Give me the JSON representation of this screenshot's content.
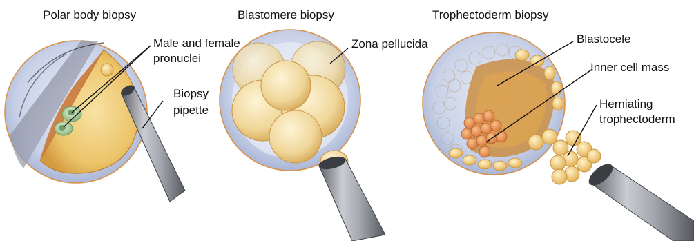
{
  "panels": [
    {
      "title": "Polar body biopsy",
      "callouts": [
        {
          "lines": [
            "Male and female",
            "pronuclei"
          ]
        },
        {
          "lines": [
            "Biopsy",
            "pipette"
          ]
        }
      ]
    },
    {
      "title": "Blastomere biopsy",
      "callouts": [
        {
          "lines": [
            "Zona pellucida"
          ]
        }
      ]
    },
    {
      "title": "Trophectoderm biopsy",
      "callouts": [
        {
          "lines": [
            "Blastocele"
          ]
        },
        {
          "lines": [
            "Inner cell mass"
          ]
        },
        {
          "lines": [
            "Herniating",
            "trophectoderm"
          ]
        }
      ]
    }
  ],
  "colors": {
    "zona": "#c3cde4",
    "zona_rim": "#d8934c",
    "ooplasm": "#f1d07c",
    "ooplasm_dark": "#c9722a",
    "pronucleus": "#b9d5a3",
    "cell": "#f3dfa8",
    "cell_edge": "#c8913e",
    "icm": "#e8954f",
    "pipette": "#8b8f96"
  }
}
